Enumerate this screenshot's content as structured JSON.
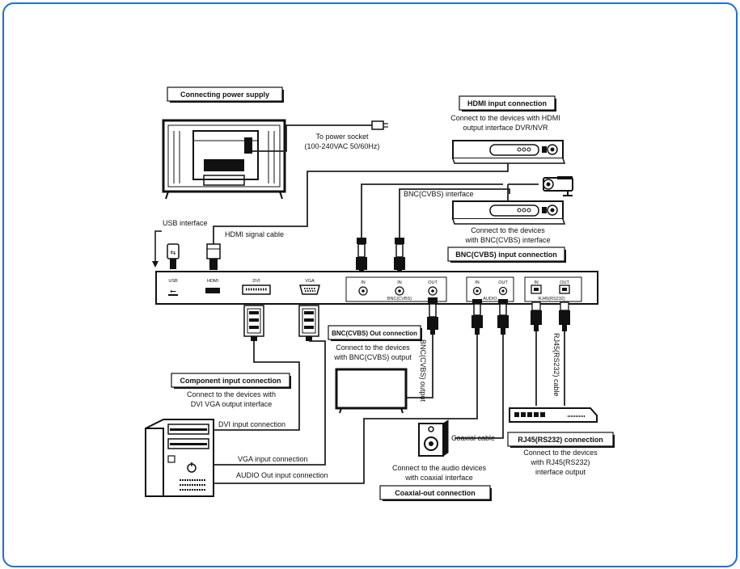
{
  "power": {
    "title": "Connecting power supply",
    "socket_line1": "To power socket",
    "socket_line2": "(100-240VAC  50/60Hz)"
  },
  "hdmi": {
    "title": "HDMI input connection",
    "desc1": "Connect to the devices with HDMI",
    "desc2": "output interface DVR/NVR",
    "cable": "HDMI signal cable"
  },
  "bnc_in": {
    "interface": "BNC(CVBS) interface",
    "desc1": "Connect to the devices",
    "desc2": "with BNC(CVBS) interface",
    "title": "BNC(CVBS) input connection"
  },
  "bnc_out": {
    "title": "BNC(CVBS) Out connection",
    "desc1": "Connect to the devices",
    "desc2": "with BNC(CVBS)  output",
    "cable": "BNC(CVBS)  output"
  },
  "usb": {
    "interface": "USB interface"
  },
  "component": {
    "title": "Component input connection",
    "desc1": "Connect to the devices with",
    "desc2": "DVI VGA output interface",
    "dvi_label": "DVI input connection",
    "vga_label": "VGA input connection",
    "audio_label": "AUDIO Out input connection"
  },
  "coaxial": {
    "cable": "Coaxial cable",
    "desc1": "Connect to the audio devices",
    "desc2": "with coaxial interface",
    "title": "Coaxial-out connection"
  },
  "rj45": {
    "cable": "RJ45(RS232) cable",
    "title": "RJ45(RS232) connection",
    "desc1": "Connect to the devices",
    "desc2": "with RJ45(RS232)",
    "desc3": "interface output"
  },
  "panel": {
    "usb": "USB",
    "hdmi": "HDMI",
    "dvi": "DVI",
    "vga": "VGA",
    "in": "IN",
    "out": "OUT",
    "bnc": "BNC(CVBS)",
    "audio": "AUDIO",
    "rj45": "RJ45(RS232)"
  }
}
